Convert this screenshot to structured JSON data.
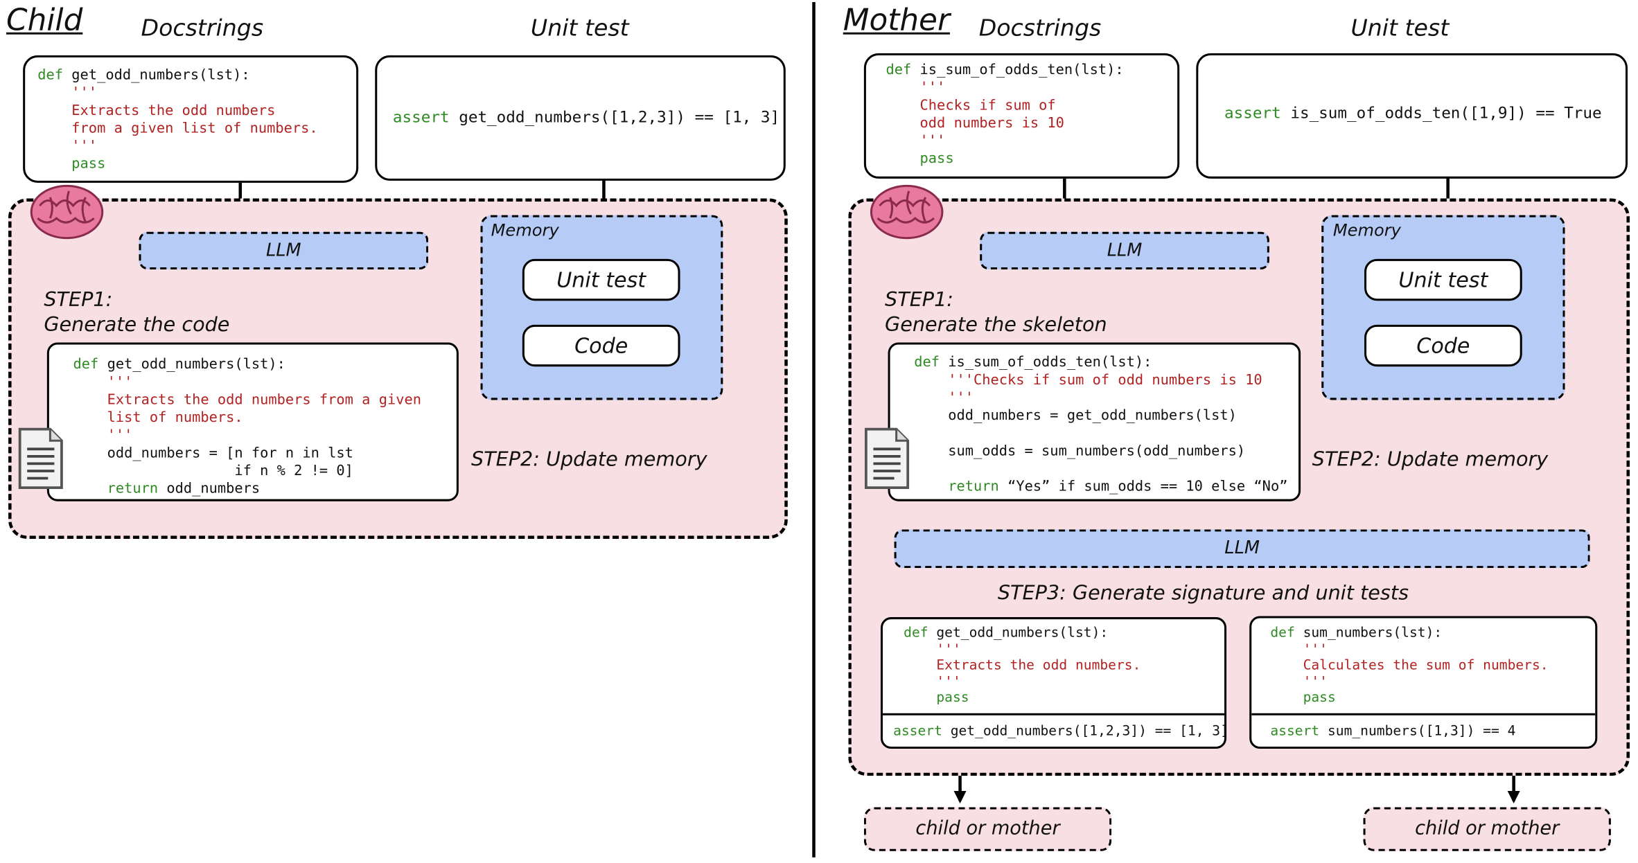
{
  "child": {
    "title": "Child",
    "docstrings_header": "Docstrings",
    "unittest_header": "Unit test",
    "docstring": {
      "kw_def": "def",
      "signature": " get_odd_numbers(lst):",
      "quote_open": "'''",
      "doc_line1": "Extracts the odd numbers",
      "doc_line2": "from a given list of numbers.",
      "quote_close": "'''",
      "kw_pass": "pass"
    },
    "unit_test": {
      "kw_assert": "assert",
      "expr": " get_odd_numbers([1,2,3]) == [1, 3]"
    },
    "llm_label": "LLM",
    "memory_label": "Memory",
    "memory_unit_test": "Unit test",
    "memory_code": "Code",
    "step1": "STEP1:\nGenerate the code",
    "step2": "STEP2: Update memory",
    "generated": {
      "kw_def": "def",
      "signature": " get_odd_numbers(lst):",
      "quote_open": "'''",
      "doc_line1": "Extracts the odd numbers from a given",
      "doc_line2": "list of numbers.",
      "quote_close": "'''",
      "body1": "odd_numbers = [n for n in lst",
      "body2": "               if n % 2 != 0]",
      "kw_return": "return",
      "return_val": " odd_numbers"
    }
  },
  "mother": {
    "title": "Mother",
    "docstrings_header": "Docstrings",
    "unittest_header": "Unit test",
    "docstring": {
      "kw_def": "def",
      "signature": " is_sum_of_odds_ten(lst):",
      "quote_open": "'''",
      "doc_line1": "Checks if sum of",
      "doc_line2": "odd numbers is 10",
      "quote_close": "'''",
      "kw_pass": "pass"
    },
    "unit_test": {
      "kw_assert": "assert",
      "expr": " is_sum_of_odds_ten([1,9]) == True"
    },
    "llm_label": "LLM",
    "llm2_label": "LLM",
    "memory_label": "Memory",
    "memory_unit_test": "Unit test",
    "memory_code": "Code",
    "step1": "STEP1:\nGenerate the skeleton",
    "step2": "STEP2: Update memory",
    "step3": "STEP3: Generate signature and unit tests",
    "skeleton": {
      "kw_def": "def",
      "signature": " is_sum_of_odds_ten(lst):",
      "doc_line1": "'''Checks if sum of odd numbers is 10",
      "quote_close": "'''",
      "body1": "odd_numbers = get_odd_numbers(lst)",
      "body2": "sum_odds = sum_numbers(odd_numbers)",
      "kw_return": "return",
      "return_val": " “Yes” if sum_odds == 10 else “No”"
    },
    "sub1": {
      "kw_def": "def",
      "signature": " get_odd_numbers(lst):",
      "quote_open": "'''",
      "doc_line1": "Extracts the odd numbers.",
      "quote_close": "'''",
      "kw_pass": "pass",
      "kw_assert": "assert",
      "test_expr": " get_odd_numbers([1,2,3]) == [1, 3]"
    },
    "sub2": {
      "kw_def": "def",
      "signature": " sum_numbers(lst):",
      "quote_open": "'''",
      "doc_line1": "Calculates the sum of numbers.",
      "quote_close": "'''",
      "kw_pass": "pass",
      "kw_assert": "assert",
      "test_expr": " sum_numbers([1,3]) == 4"
    },
    "outputs": [
      "child or mother",
      "child or mother"
    ]
  },
  "colors": {
    "pink_zone": "#f7dfe4",
    "blue_zone": "#b6cbf5",
    "keyword_green": "#2e8b23",
    "docstring_red": "#b22222"
  }
}
